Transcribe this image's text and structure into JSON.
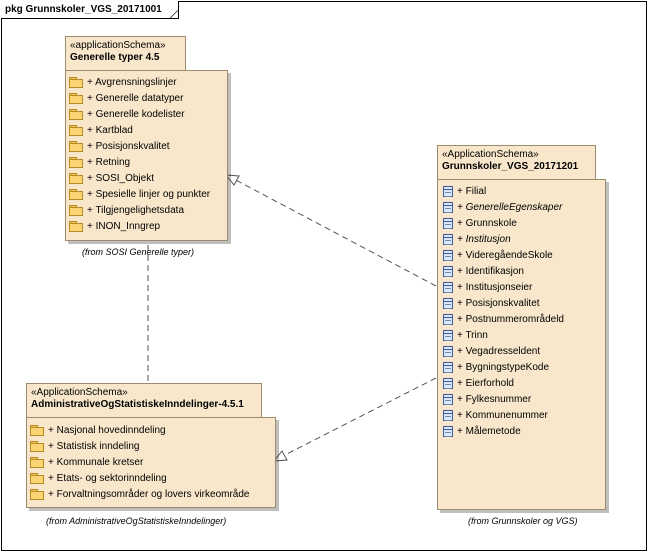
{
  "frame": {
    "title": "pkg Grunnskoler_VGS_20171001"
  },
  "packages": {
    "generelle": {
      "stereotype": "«applicationSchema»",
      "name": "Generelle typer 4.5",
      "items": [
        "+ Avgrensningslinjer",
        "+ Generelle datatyper",
        "+ Generelle kodelister",
        "+ Kartblad",
        "+ Posisjonskvalitet",
        "+ Retning",
        "+ SOSI_Objekt",
        "+ Spesielle linjer og punkter",
        "+ Tilgjengelighetsdata",
        "+ INON_Inngrep"
      ],
      "from": "(from SOSI Generelle typer)"
    },
    "administrative": {
      "stereotype": "«ApplicationSchema»",
      "name": "AdministrativeOgStatistiskeInndelinger-4.5.1",
      "items": [
        "+ Nasjonal hovedinndeling",
        "+ Statistisk inndeling",
        "+ Kommunale kretser",
        "+ Etats- og sektorinndeling",
        "+ Forvaltningsområder og lovers virkeområde"
      ],
      "from": "(from AdministrativeOgStatistiskeInndelinger)"
    },
    "grunnskoler": {
      "stereotype": "«ApplicationSchema»",
      "name": "Grunnskoler_VGS_20171201",
      "items": [
        {
          "text": "+ Filial",
          "italic": false
        },
        {
          "text": "+ GenerelleEgenskaper",
          "italic": true
        },
        {
          "text": "+ Grunnskole",
          "italic": false
        },
        {
          "text": "+ Institusjon",
          "italic": true
        },
        {
          "text": "+ VideregåendeSkole",
          "italic": false
        },
        {
          "text": "+ Identifikasjon",
          "italic": false
        },
        {
          "text": "+ Institusjonseier",
          "italic": false
        },
        {
          "text": "+ Posisjonskvalitet",
          "italic": false
        },
        {
          "text": "+ Postnummerområdeld",
          "italic": false
        },
        {
          "text": "+ Trinn",
          "italic": false
        },
        {
          "text": "+ Vegadresseldent",
          "italic": false
        },
        {
          "text": "+ BygningstypeKode",
          "italic": false
        },
        {
          "text": "+ Eierforhold",
          "italic": false
        },
        {
          "text": "+ Fylkesnummer",
          "italic": false
        },
        {
          "text": "+ Kommunenummer",
          "italic": false
        },
        {
          "text": "+ Målemetode",
          "italic": false
        }
      ],
      "from": "(from Grunnskoler og VGS)"
    }
  },
  "colors": {
    "package_fill": "#f8e7cb",
    "package_border": "#9d8b6e",
    "line": "#555555"
  }
}
